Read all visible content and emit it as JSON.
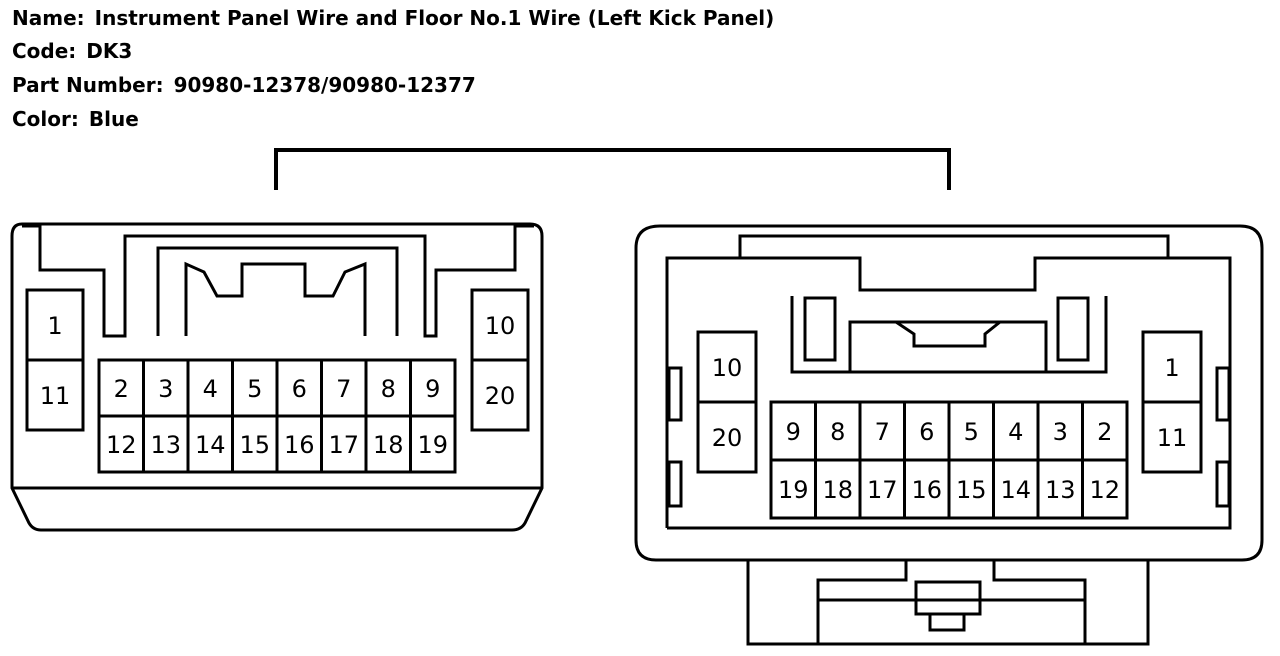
{
  "header": {
    "name_label": "Name:",
    "name_value": "Instrument Panel Wire and Floor No.1 Wire (Left Kick Panel)",
    "code_label": "Code:",
    "code_value": "DK3",
    "part_label": "Part Number:",
    "part_value": "90980-12378/90980-12377",
    "color_label": "Color:",
    "color_value": "Blue"
  },
  "left_connector": {
    "top_row": [
      "2",
      "3",
      "4",
      "5",
      "6",
      "7",
      "8",
      "9"
    ],
    "bottom_row": [
      "12",
      "13",
      "14",
      "15",
      "16",
      "17",
      "18",
      "19"
    ],
    "left_column": [
      "1",
      "11"
    ],
    "right_column": [
      "10",
      "20"
    ]
  },
  "right_connector": {
    "top_row": [
      "9",
      "8",
      "7",
      "6",
      "5",
      "4",
      "3",
      "2"
    ],
    "bottom_row": [
      "19",
      "18",
      "17",
      "16",
      "15",
      "14",
      "13",
      "12"
    ],
    "left_column": [
      "10",
      "20"
    ],
    "right_column": [
      "1",
      "11"
    ]
  },
  "colors": {
    "line": "#000000",
    "background": "#ffffff"
  }
}
